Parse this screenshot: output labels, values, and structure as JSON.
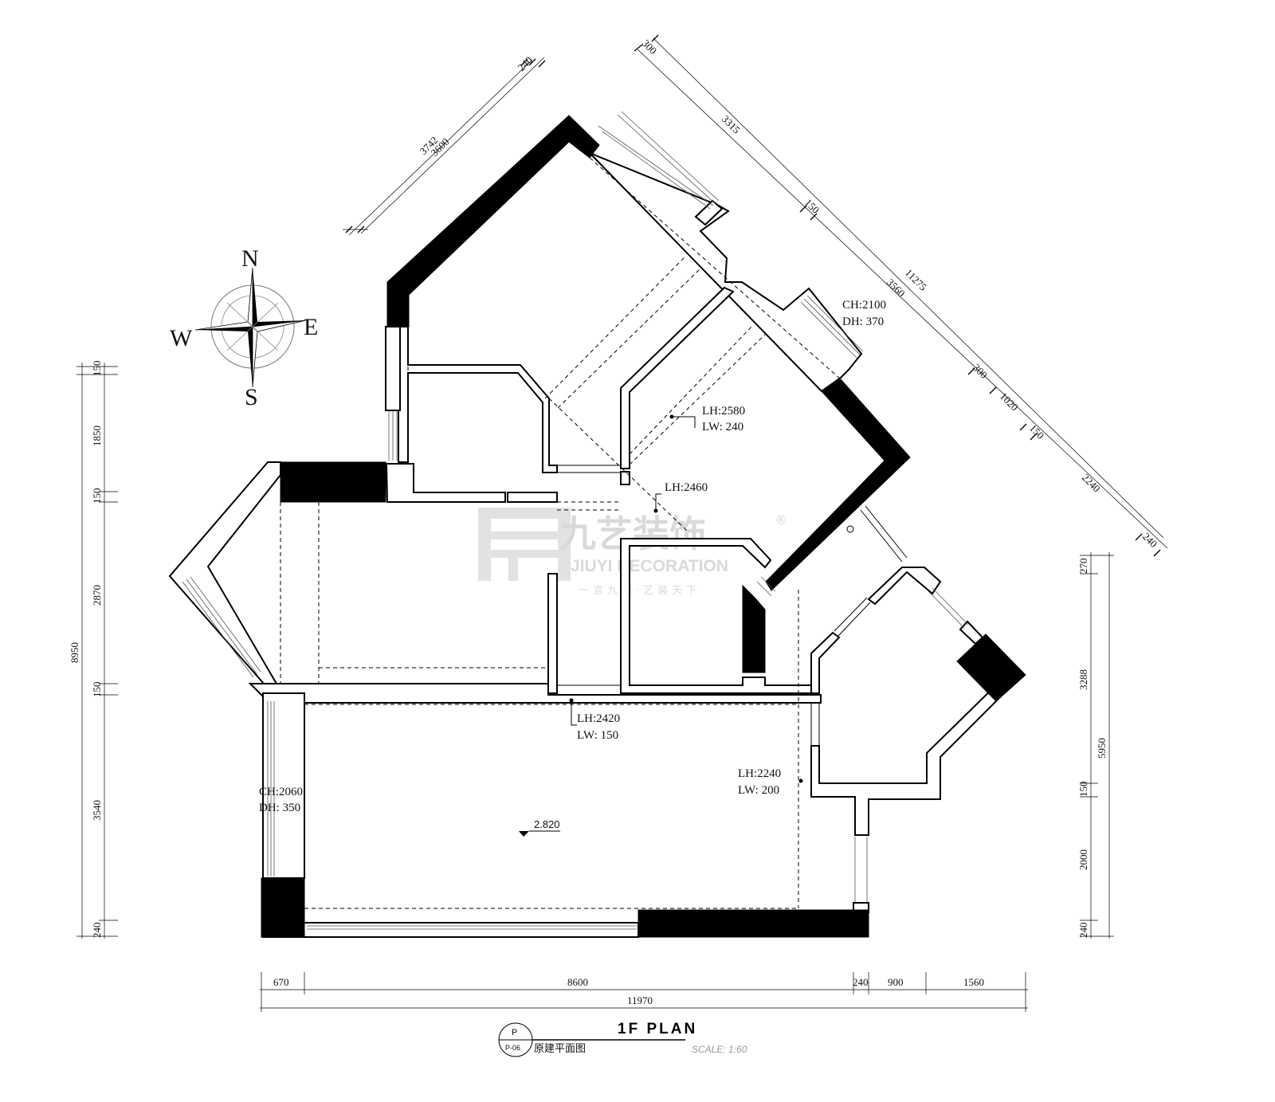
{
  "compass": {
    "north": "N",
    "south": "S",
    "east": "E",
    "west": "W"
  },
  "watermark": {
    "brand_cn": "九艺装饰",
    "registered": "®",
    "brand_en": "JIUYI DECORATION",
    "slogan": "一言九鼎·艺装天下"
  },
  "annotations": {
    "ch_2100": "CH:2100",
    "dh_370": "DH: 370",
    "lh_2580": "LH:2580",
    "lw_240": "LW: 240",
    "lh_2460": "LH:2460",
    "lh_2420": "LH:2420",
    "lw_150": "LW: 150",
    "lh_2240": "LH:2240",
    "lw_200": "LW: 200",
    "ch_2060": "CH:2060",
    "dh_350": "DH: 350",
    "floor_level": "2.820"
  },
  "dimensions": {
    "top_left": [
      "3742",
      "3600",
      "240"
    ],
    "top_right": [
      "300",
      "3315",
      "150",
      "11275",
      "3560",
      "300",
      "1020",
      "150",
      "2240",
      "240"
    ],
    "left": [
      "150",
      "1850",
      "150",
      "2870",
      "150",
      "3540",
      "240",
      "8950"
    ],
    "right": [
      "270",
      "3288",
      "150",
      "2000",
      "240",
      "5950"
    ],
    "bottom": [
      "670",
      "8600",
      "240",
      "900",
      "1560",
      "11970"
    ]
  },
  "title_block": {
    "circle_letter": "P",
    "sheet_no": "P-06",
    "title": "1F PLAN",
    "subtitle": "原建平面图",
    "scale": "SCALE: 1:60"
  }
}
